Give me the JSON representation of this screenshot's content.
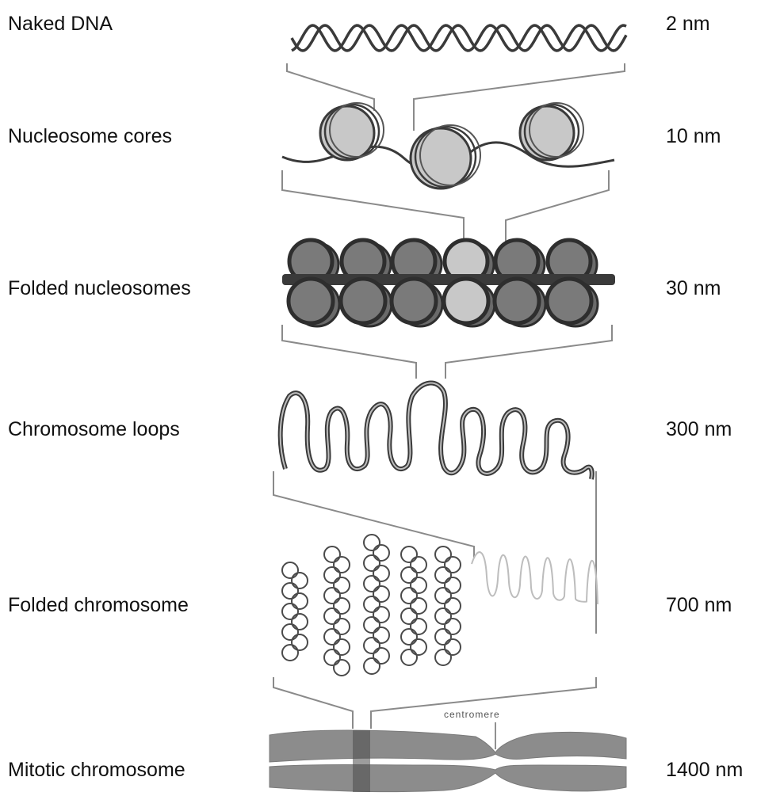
{
  "stages": [
    {
      "name": "naked-dna",
      "label": "Naked DNA",
      "size": "2 nm"
    },
    {
      "name": "nucleosome-cores",
      "label": "Nucleosome cores",
      "size": "10 nm"
    },
    {
      "name": "folded-nucleosomes",
      "label": "Folded nucleosomes",
      "size": "30 nm"
    },
    {
      "name": "chromosome-loops",
      "label": "Chromosome loops",
      "size": "300 nm"
    },
    {
      "name": "folded-chromosome",
      "label": "Folded chromosome",
      "size": "700 nm"
    },
    {
      "name": "mitotic-chromosome",
      "label": "Mitotic chromosome",
      "size": "1400 nm"
    }
  ],
  "annotations": {
    "centromere": "centromere"
  },
  "colors": {
    "dna_strand": "#3a3a3a",
    "nucleosome_light": "#c8c8c8",
    "nucleosome_dark": "#7a7a7a",
    "connector": "#8a8a8a",
    "chromosome": "#8c8c8c",
    "chromosome_band": "#4a4a4a"
  }
}
